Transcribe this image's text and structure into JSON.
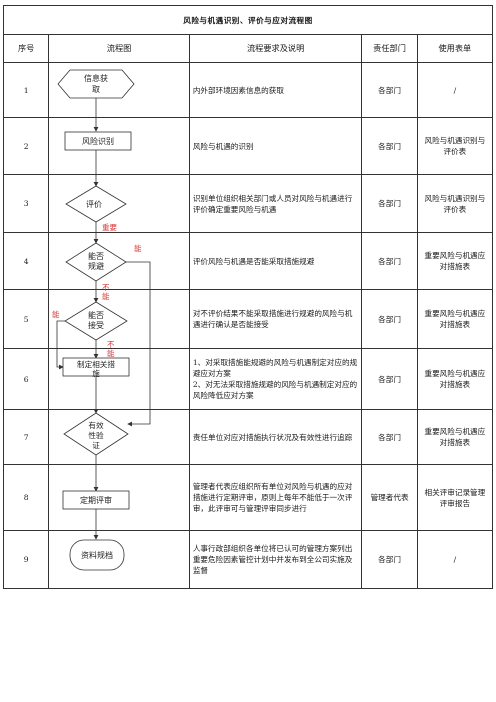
{
  "title": "风险与机遇识别、评价与应对流程图",
  "headers": {
    "no": "序号",
    "flow": "流程图",
    "desc": "流程要求及说明",
    "dept": "责任部门",
    "form": "使用表单"
  },
  "rows": [
    {
      "no": "1",
      "desc": "内外部环境因素信息的获取",
      "dept": "各部门",
      "form": "/"
    },
    {
      "no": "2",
      "desc": "风险与机遇的识别",
      "dept": "各部门",
      "form": "风险与机遇识别与评价表"
    },
    {
      "no": "3",
      "desc": "识别单位组织相关部门或人员对风险与机遇进行评价确定重要风险与机遇",
      "dept": "各部门",
      "form": "风险与机遇识别与评价表"
    },
    {
      "no": "4",
      "desc": "评价风险与机遇是否能采取措施规避",
      "dept": "各部门",
      "form": "重要风险与机遇应对措施表"
    },
    {
      "no": "5",
      "desc": "对不评价结果不能采取措施进行规避的风险与机遇进行确认是否能接受",
      "dept": "各部门",
      "form": "重要风险与机遇应对措施表"
    },
    {
      "no": "6",
      "desc": "1、对采取措施能规避的风险与机遇制定对应的规避应对方案\n2、对无法采取措施规避的风险与机遇制定对应的风险降低应对方案",
      "dept": "各部门",
      "form": "重要风险与机遇应对措施表"
    },
    {
      "no": "7",
      "desc": "责任单位对应对措施执行状况及有效性进行追踪",
      "dept": "各部门",
      "form": "重要风险与机遇应对措施表"
    },
    {
      "no": "8",
      "desc": "管理者代表应组织所有单位对风险与机遇的应对措施进行定期评审，原则上每年不能低于一次评审，此评审可与管理评审同步进行",
      "dept": "管理者代表",
      "form": "相关评审记录管理评审报告"
    },
    {
      "no": "9",
      "desc": "人事行政部组织各单位将已认可的管理方案列出重要危险因素管控计划中并发布到全公司实施及监督",
      "dept": "各部门",
      "form": "/"
    }
  ],
  "flow": {
    "n1": "信息获取",
    "n2": "风险识别",
    "n3": "评价",
    "n4": "能否规避",
    "n5": "能否接受",
    "n6": "制定相关措施",
    "n7": "有效性验证",
    "n8": "定期评审",
    "n9": "资料规档",
    "lbl_important": "重要",
    "lbl_can_right": "能",
    "lbl_no_1": "不能",
    "lbl_can_left": "能",
    "lbl_no_2": "不能"
  },
  "colors": {
    "label_red": "#d43b3b",
    "line": "#333333"
  }
}
